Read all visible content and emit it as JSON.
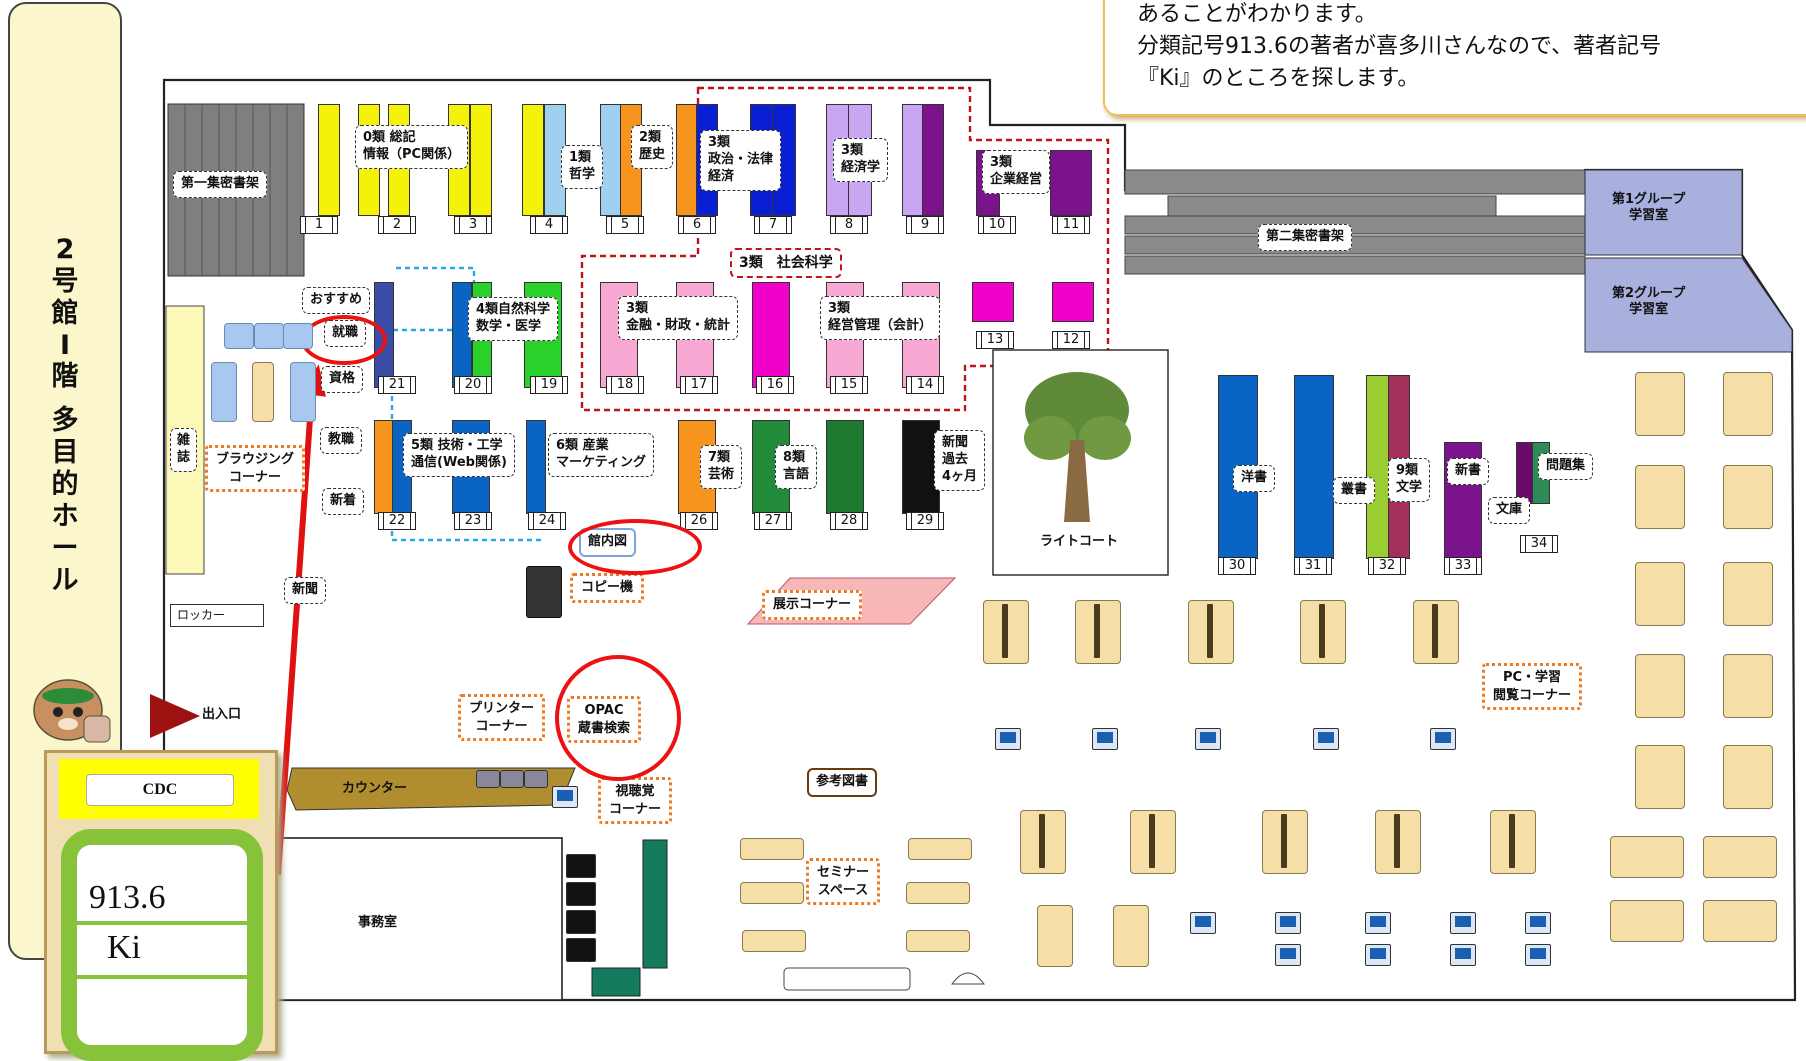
{
  "sidebar": {
    "title_chars": [
      "2",
      "号",
      "館",
      "Ⅰ",
      "階",
      "多",
      "目",
      "的",
      "ホ",
      "ー",
      "ル"
    ]
  },
  "callout": {
    "line1": "あることがわかります。",
    "line2": "分類記号913.6の著者が喜多川さんなので、著者記号",
    "line3": "『Ki』のところを探します。"
  },
  "cdc": {
    "label": "CDC",
    "number": "913.6",
    "author": "Ki"
  },
  "rooms": {
    "first_stacks": "第一集密書架",
    "second_stacks": "第二集密書架",
    "group1": "第1グループ\n学習室",
    "group2": "第2グループ\n学習室",
    "light_court": "ライトコート",
    "office": "事務室",
    "counter": "カウンター",
    "locker": "ロッカー",
    "entrance": "出入口",
    "magazines": "雑\n誌"
  },
  "shelf_labels": {
    "c0": "0類 総記\n情報（PC関係）",
    "c1": "1類\n哲学",
    "c2": "2類\n歴史",
    "c3a": "3類\n政治・法律\n経済",
    "c3b": "3類\n経済学",
    "c3c": "3類\n企業経営",
    "c3social": "3類　社会科学",
    "c3d": "3類\n金融・財政・統計",
    "c3e": "3類\n経営管理（会計）",
    "c4": "4類自然科学\n数学・医学",
    "c5": "5類 技術・工学\n通信(Web関係)",
    "c6": "6類 産業\nマーケティング",
    "c7": "7類\n芸術",
    "c8": "8類\n言語",
    "newspaper_old": "新聞\n過去\n4ヶ月",
    "western": "洋書",
    "series": "叢書",
    "c9": "9類\n文学",
    "new_books": "新書",
    "bunko": "文庫",
    "problems": "問題集",
    "recommend": "おすすめ",
    "jobs": "就職",
    "qualifications": "資格",
    "teaching": "教職",
    "new_arrivals": "新着",
    "newspapers": "新聞"
  },
  "corner_labels": {
    "browsing": "ブラウジング\nコーナー",
    "floor_map": "館内図",
    "copier": "コピー機",
    "exhibition": "展示コーナー",
    "printer": "プリンター\nコーナー",
    "opac": "OPAC\n蔵書検索",
    "av": "視聴覚\nコーナー",
    "reference": "参考図書",
    "seminar": "セミナー\nスペース",
    "pc_study": "PC・学習\n閲覧コーナー"
  },
  "shelf_numbers": [
    "1",
    "2",
    "3",
    "4",
    "5",
    "6",
    "7",
    "8",
    "9",
    "10",
    "11",
    "12",
    "13",
    "14",
    "15",
    "16",
    "17",
    "18",
    "19",
    "20",
    "21",
    "22",
    "23",
    "24",
    "26",
    "27",
    "28",
    "29",
    "30",
    "31",
    "32",
    "33",
    "34"
  ],
  "colors": {
    "highlight_red": "#e11111",
    "orange_dotted": "#ee7a23",
    "social_science_red": "#c0141d",
    "blue_dotted": "#27a8e0",
    "sidebar_bg": "#fbf6cc"
  }
}
